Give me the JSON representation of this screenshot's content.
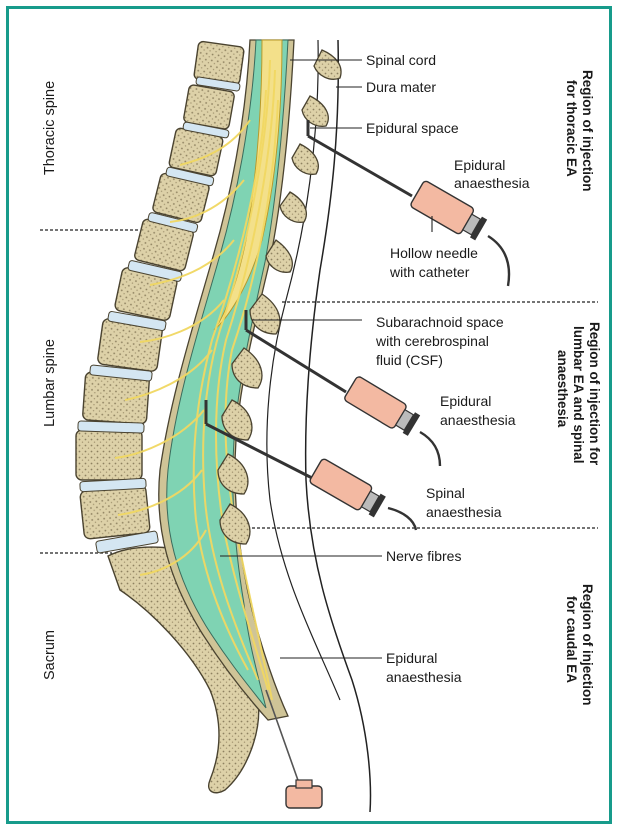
{
  "colors": {
    "frame": "#179b8b",
    "csf": "#7fd3b3",
    "bone": "#ddd1a8",
    "spinal_cord": "#f3e08a",
    "nerve": "#f1d862",
    "disc": "#d4e6f2",
    "syringe": "#f3b9a2"
  },
  "side_labels": {
    "thoracic": "Thoracic spine",
    "lumbar": "Lumbar spine",
    "sacrum": "Sacrum"
  },
  "labels": {
    "spinal_cord": "Spinal cord",
    "dura_mater": "Dura mater",
    "epidural_space": "Epidural space",
    "epidural_anaesthesia_1": [
      "Epidural",
      "anaesthesia"
    ],
    "hollow_needle": [
      "Hollow needle",
      "with catheter"
    ],
    "subarachnoid": [
      "Subarachnoid space",
      "with cerebrospinal",
      "fluid (CSF)"
    ],
    "epidural_anaesthesia_2": [
      "Epidural",
      "anaesthesia"
    ],
    "spinal_anaesthesia": [
      "Spinal",
      "anaesthesia"
    ],
    "nerve_fibres": "Nerve fibres",
    "epidural_anaesthesia_3": [
      "Epidural",
      "anaesthesia"
    ]
  },
  "regions": {
    "thoracic": [
      "Region of injection",
      "for thoracic EA"
    ],
    "lumbar": [
      "Region of injection for",
      "lumbar EA and spinal",
      "anaesthesia"
    ],
    "caudal": [
      "Region of injection",
      "for caudal EA"
    ]
  }
}
